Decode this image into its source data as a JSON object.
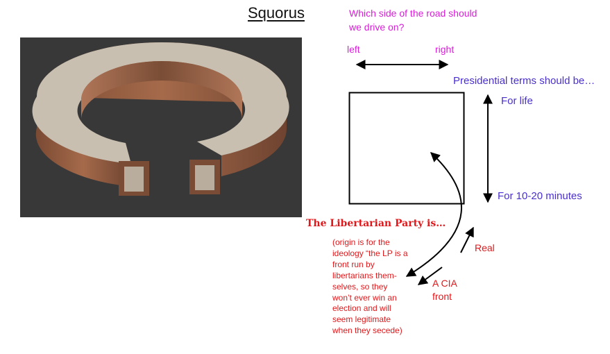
{
  "title": "Squorus",
  "road_question": {
    "text": "Which side of the road should we drive on?",
    "left": "left",
    "right": "right"
  },
  "term_question": {
    "text": "Presidential terms should be…",
    "top": "For life",
    "bottom": "For 10-20 minutes"
  },
  "libertarian": {
    "title": "The Libertarian Party is…",
    "note": "(origin is for the ideology “the LP is a front run by libertarians them-selves, so they won’t ever win an election and will seem legitimate when they secede)",
    "real": "Real",
    "cia": "A CIA front"
  },
  "colors": {
    "magenta": "#d61fd6",
    "blue": "#4a2ed0",
    "red": "#e0181b",
    "panel_bg": "#383838"
  }
}
